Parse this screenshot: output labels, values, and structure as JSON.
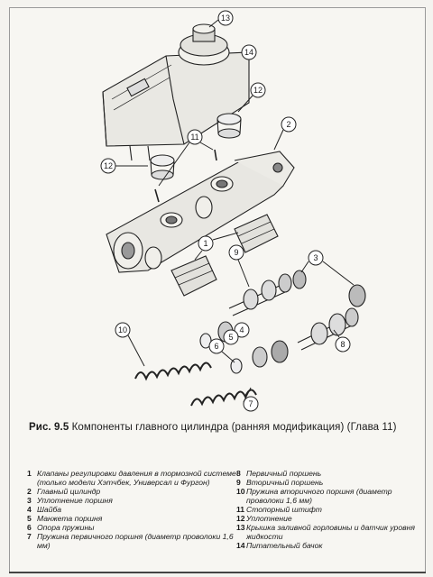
{
  "caption": {
    "fig_label": "Рис. 9.5",
    "text": "Компоненты главного цилиндра (ранняя модификация) (Глава 11)"
  },
  "callouts": [
    "13",
    "14",
    "12",
    "2",
    "11",
    "12",
    "1",
    "9",
    "3",
    "10",
    "4",
    "5",
    "6",
    "8",
    "7"
  ],
  "legend_left": [
    {
      "num": "1",
      "text": "Клапаны регулировки давления в тормозной системе (только модели Хэтчбек, Универсал и Фургон)"
    },
    {
      "num": "2",
      "text": "Главный цилиндр"
    },
    {
      "num": "3",
      "text": "Уплотнение поршня"
    },
    {
      "num": "4",
      "text": "Шайба"
    },
    {
      "num": "5",
      "text": "Манжета поршня"
    },
    {
      "num": "6",
      "text": "Опора пружины"
    },
    {
      "num": "7",
      "text": "Пружина первичного поршня (диаметр проволоки 1,6 мм)"
    }
  ],
  "legend_right": [
    {
      "num": "8",
      "text": "Первичный поршень"
    },
    {
      "num": "9",
      "text": "Вторичный поршень"
    },
    {
      "num": "10",
      "text": "Пружина вторичного поршня (диаметр проволоки 1,6 мм)"
    },
    {
      "num": "11",
      "text": "Стопорный штифт"
    },
    {
      "num": "12",
      "text": "Уплотнение"
    },
    {
      "num": "13",
      "text": "Крышка заливной горловины и датчик уровня жидкости"
    },
    {
      "num": "14",
      "text": "Питательный бачок"
    }
  ]
}
